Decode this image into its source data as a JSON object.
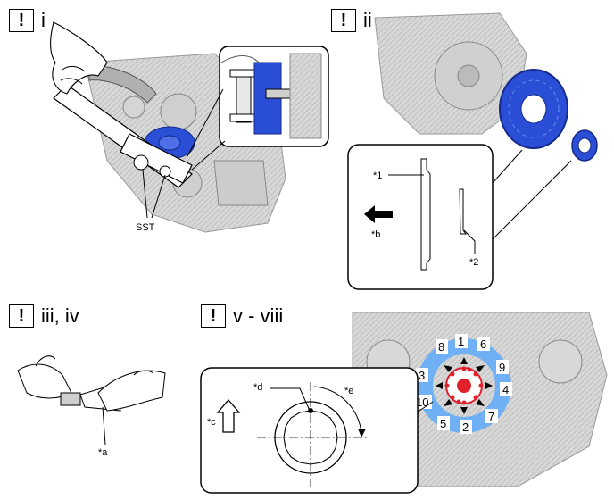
{
  "steps": [
    {
      "mark": "!",
      "label": "i"
    },
    {
      "mark": "!",
      "label": "ii"
    },
    {
      "mark": "!",
      "label": "iii, iv"
    },
    {
      "mark": "!",
      "label": "v - viii"
    }
  ],
  "callouts": {
    "sst": "SST",
    "c1": "*1",
    "c2": "*2",
    "cb": "*b",
    "ca": "*a",
    "cc": "*c",
    "cd": "*d",
    "ce": "*e"
  },
  "bolt_order": [
    "1",
    "2",
    "3",
    "4",
    "5",
    "6",
    "7",
    "8",
    "9",
    "10"
  ],
  "colors": {
    "part_blue": "#2a4fd6",
    "bolt_arrow_blue": "#4da6ff",
    "bolt_red": "#e0202a",
    "engine_gray": "#9a9a9a"
  }
}
